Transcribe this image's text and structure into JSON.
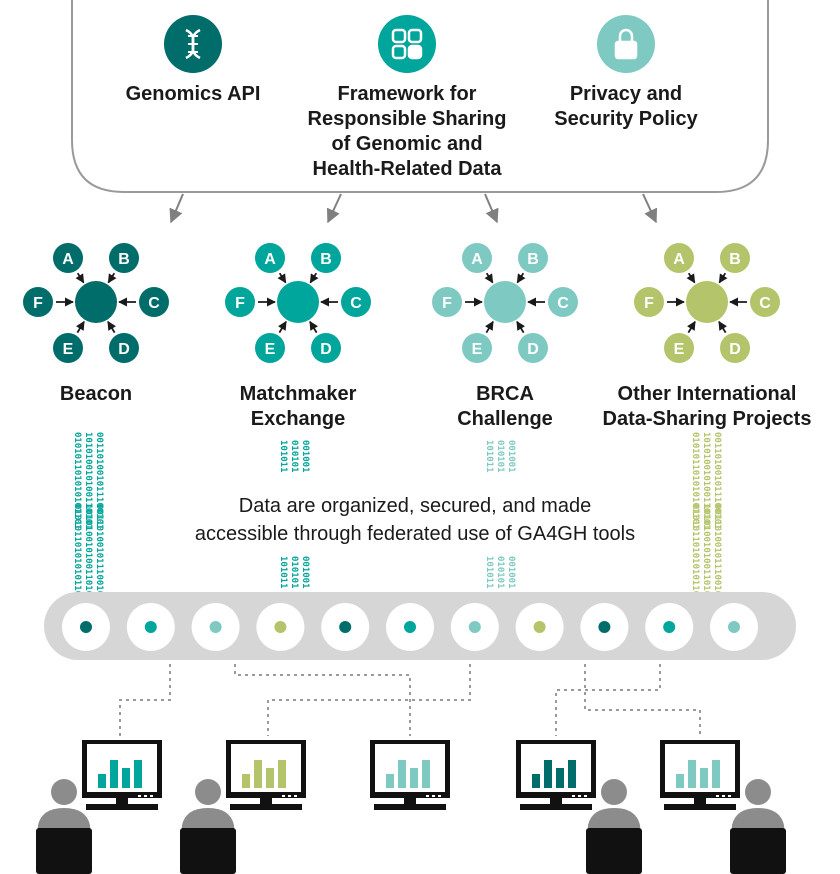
{
  "tools": [
    {
      "icon": "dna-icon",
      "color": "#006d6a",
      "lines": [
        "Genomics API"
      ]
    },
    {
      "icon": "grid-apps-icon",
      "color": "#00a59b",
      "lines": [
        "Framework for",
        "Responsible Sharing",
        "of Genomic and",
        "Health-Related Data"
      ]
    },
    {
      "icon": "lock-icon",
      "color": "#7ecac3",
      "lines": [
        "Privacy and",
        "Security Policy"
      ]
    }
  ],
  "networks": [
    {
      "color": "#006d6a",
      "lines": [
        "Beacon"
      ]
    },
    {
      "color": "#00a59b",
      "lines": [
        "Matchmaker",
        "Exchange"
      ]
    },
    {
      "color": "#7ecac3",
      "lines": [
        "BRCA",
        "Challenge"
      ]
    },
    {
      "color": "#b3c46b",
      "lines": [
        "Other International",
        "Data-Sharing Projects"
      ]
    }
  ],
  "node_letters": [
    "A",
    "B",
    "C",
    "D",
    "E",
    "F"
  ],
  "center_text": [
    "Data are organized, secured, and made",
    "accessible through federated use of GA4GH tools"
  ],
  "binary_lines": [
    "010101101010101101",
    "101010010100110101",
    "001101001011100101"
  ],
  "binary_short": [
    "101011",
    "010101",
    "001001"
  ],
  "pipeline_dot_colors": [
    "#006d6a",
    "#00a59b",
    "#7ecac3",
    "#b3c46b",
    "#006d6a",
    "#00a59b",
    "#7ecac3",
    "#b3c46b",
    "#006d6a",
    "#00a59b",
    "#7ecac3"
  ],
  "workstations": [
    {
      "bar_color": "#00a59b",
      "user_side": "left"
    },
    {
      "bar_color": "#b3c46b",
      "user_side": "left"
    },
    {
      "bar_color": "#7ecac3",
      "user_side": "none"
    },
    {
      "bar_color": "#006d6a",
      "user_side": "right"
    },
    {
      "bar_color": "#7ecac3",
      "user_side": "right"
    }
  ]
}
